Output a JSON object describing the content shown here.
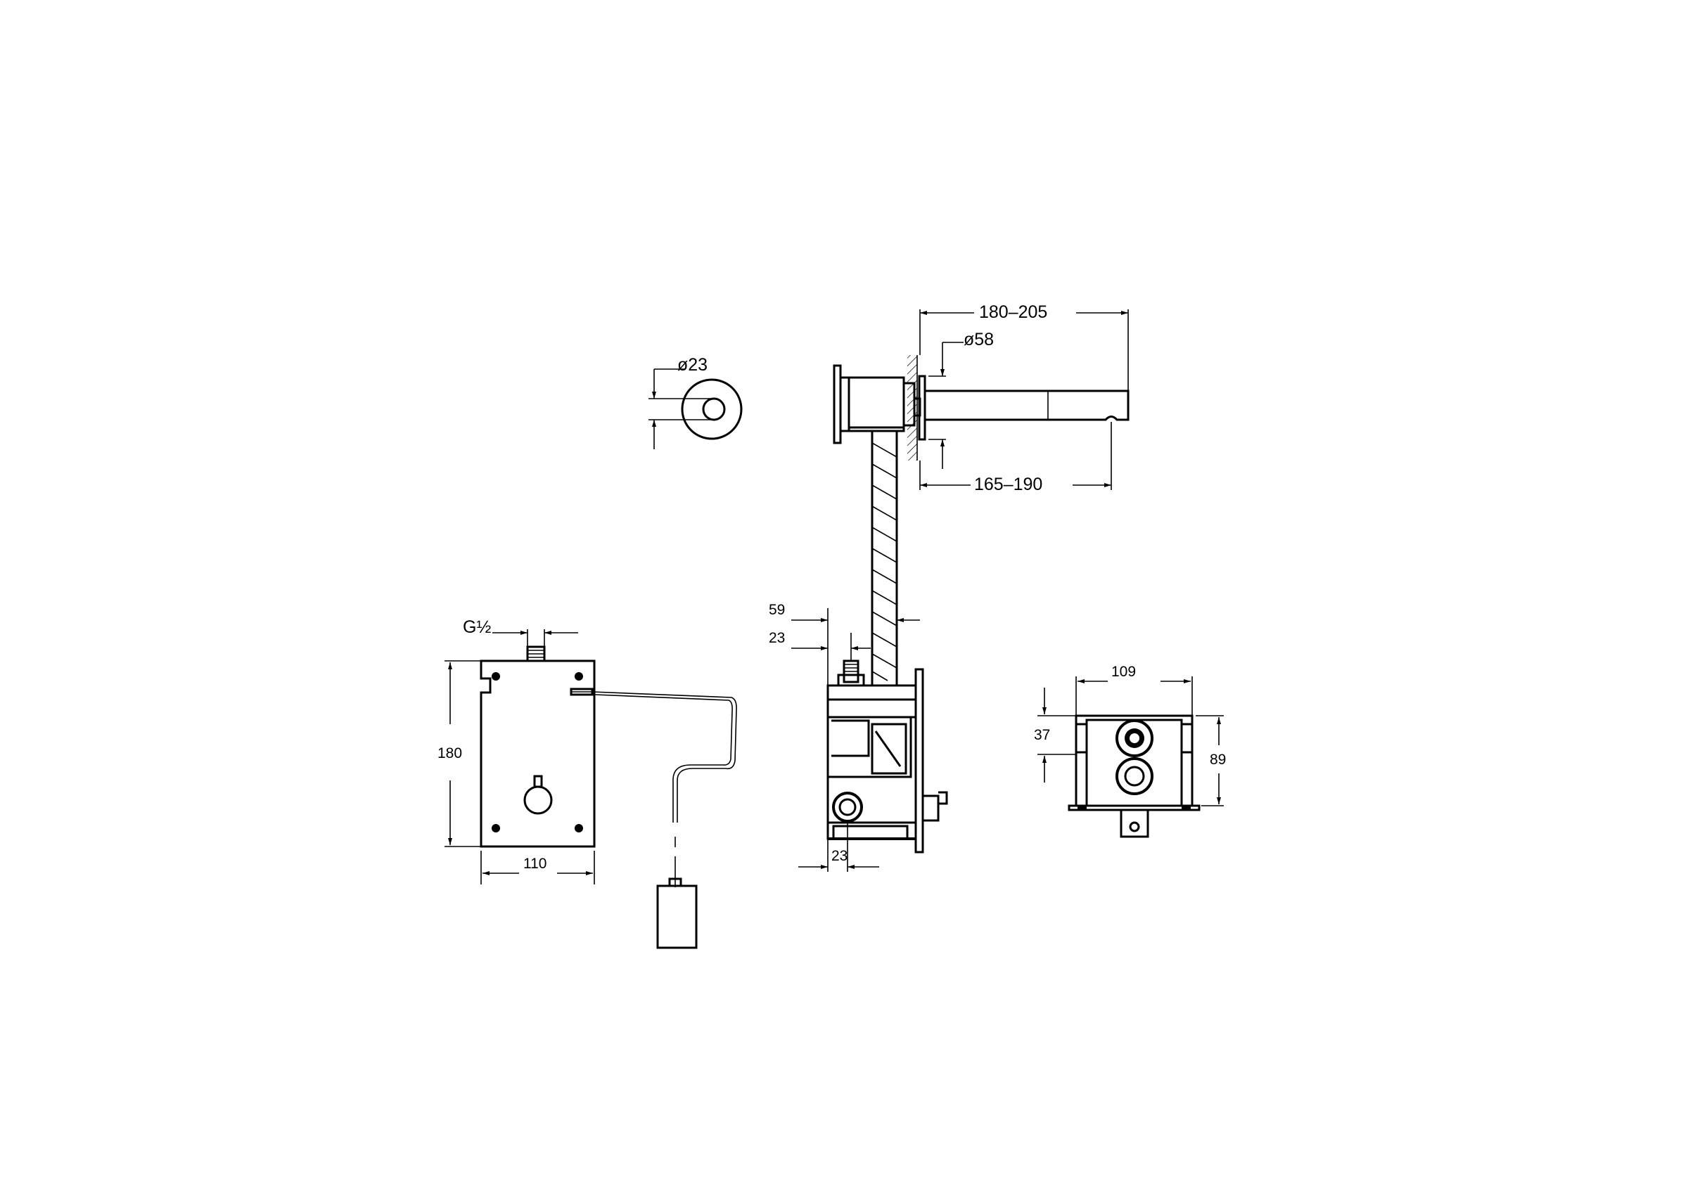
{
  "drawing": {
    "dimensions": {
      "spout_projection_max": "180–205",
      "spout_projection_min": "165–190",
      "spout_rosette_diameter": "ø58",
      "control_rosette_diameter": "ø23",
      "box_top_offset": "59",
      "inlet_offset": "23",
      "outlet_offset": "23",
      "box_height": "180",
      "box_width": "110",
      "inlet_thread": "G½",
      "frame_width": "109",
      "frame_height": "89",
      "frame_offset": "37"
    }
  }
}
